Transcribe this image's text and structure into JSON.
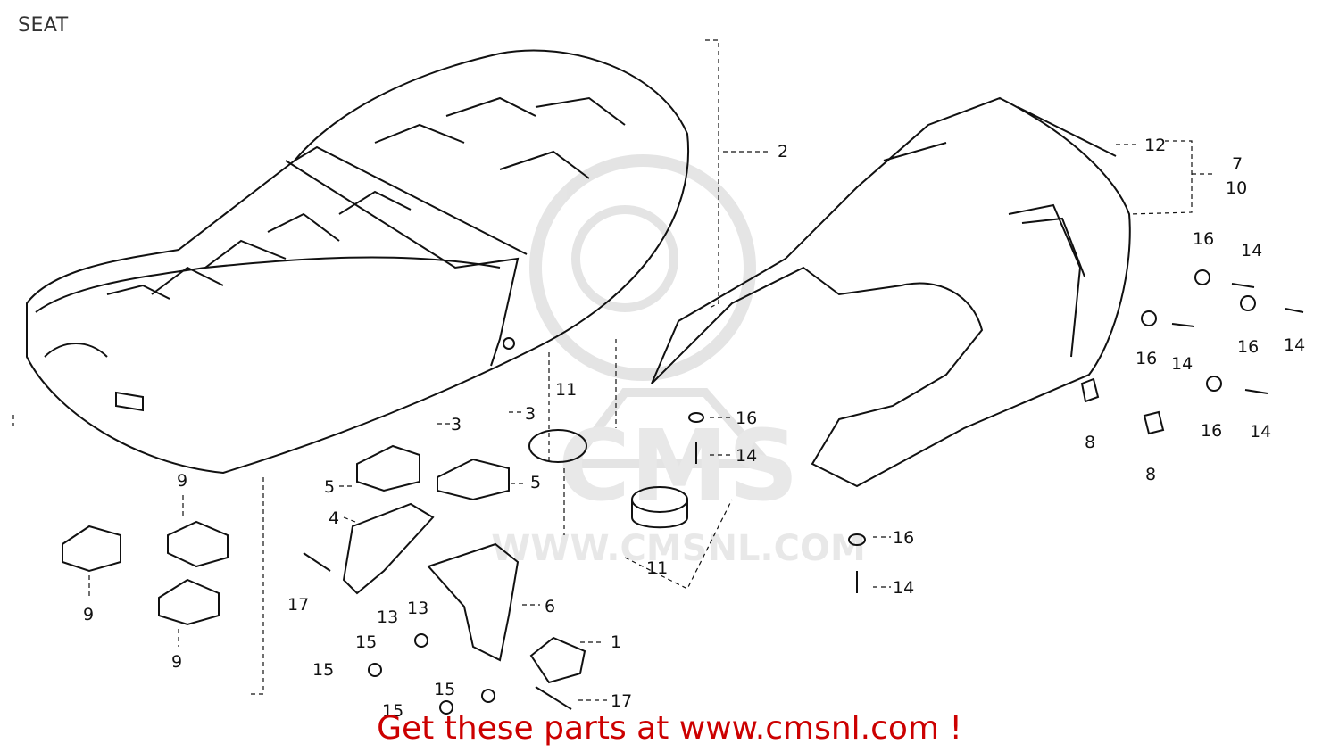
{
  "page": {
    "title": "SEAT"
  },
  "watermark": {
    "text": "WWW.CMSNL.COM",
    "logo_text": "CMS"
  },
  "footer": {
    "cta": "Get these parts at www.cmsnl.com !"
  },
  "callouts": {
    "c1": "1",
    "c2": "2",
    "c3a": "3",
    "c3b": "3",
    "c4": "4",
    "c5a": "5",
    "c5b": "5",
    "c6": "6",
    "c7": "7",
    "c8a": "8",
    "c8b": "8",
    "c9a": "9",
    "c9b": "9",
    "c9c": "9",
    "c10": "10",
    "c11a": "11",
    "c11b": "11",
    "c12": "12",
    "c13a": "13",
    "c13b": "13",
    "c14a": "14",
    "c14b": "14",
    "c14c": "14",
    "c14d": "14",
    "c14e": "14",
    "c14f": "14",
    "c15a": "15",
    "c15b": "15",
    "c15c": "15",
    "c15d": "15",
    "c16a": "16",
    "c16b": "16",
    "c16c": "16",
    "c16d": "16",
    "c16e": "16",
    "c16f": "16",
    "c17a": "17",
    "c17b": "17"
  },
  "colors": {
    "line": "#111111",
    "watermark": "#cfcfcf",
    "cta": "#cc0000"
  }
}
